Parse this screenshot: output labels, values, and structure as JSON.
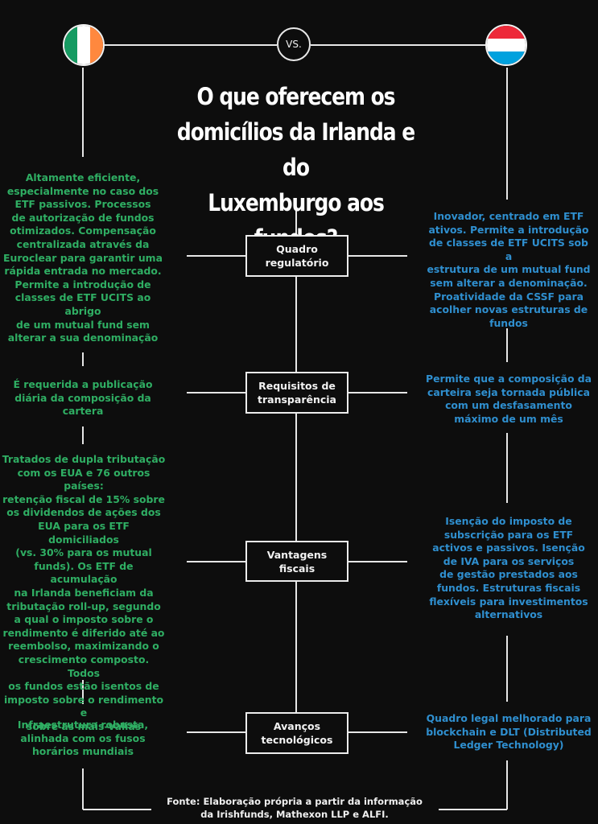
{
  "header": {
    "vs_label": "VS.",
    "flag_left": {
      "name": "ireland-flag",
      "colors": [
        "#169b62",
        "#ffffff",
        "#ff883e"
      ]
    },
    "flag_right": {
      "name": "luxembourg-flag",
      "colors": [
        "#ed2939",
        "#ffffff",
        "#00a1de"
      ]
    },
    "title_lines": [
      "O que oferecem os",
      "domicílios da Irlanda e do",
      "Luxemburgo aos fundos?"
    ]
  },
  "colors": {
    "ireland_text": "#2fae63",
    "luxembourg_text": "#2f8fcf",
    "background": "#0d0d0d"
  },
  "rows": [
    {
      "category_lines": [
        "Quadro",
        "regulatório"
      ],
      "ireland_lines": [
        "Altamente eficiente,",
        "especialmente no caso dos",
        "ETF passivos. Processos",
        "de autorização de fundos",
        "otimizados. Compensação",
        "centralizada através da",
        "Euroclear para garantir uma",
        "rápida entrada no mercado.",
        "Permite a introdução de",
        "classes de ETF UCITS ao abrigo",
        "de um mutual fund sem",
        "alterar a sua denominação"
      ],
      "luxembourg_lines": [
        "Inovador, centrado em ETF",
        "ativos. Permite a introdução",
        "de classes de ETF UCITS sob a",
        "estrutura de um mutual fund",
        "sem alterar a denominação.",
        "Proatividade da CSSF para",
        "acolher novas estruturas de",
        "fundos"
      ]
    },
    {
      "category_lines": [
        "Requisitos de",
        "transparência"
      ],
      "ireland_lines": [
        "É requerida a publicação",
        "diária da composição da",
        "cartera"
      ],
      "luxembourg_lines": [
        "Permite que a composição da",
        "carteira seja tornada pública",
        "com um desfasamento",
        "máximo de um mês"
      ]
    },
    {
      "category_lines": [
        "Vantagens",
        "fiscais"
      ],
      "ireland_lines": [
        "Tratados de dupla tributação",
        "com os EUA e 76 outros países:",
        "retenção fiscal de 15% sobre",
        "os dividendos de ações dos",
        "EUA para os ETF domiciliados",
        "(vs. 30% para os mutual",
        "funds). Os ETF de acumulação",
        "na Irlanda beneficiam da",
        "tributação roll-up, segundo",
        "a qual o imposto sobre o",
        "rendimento é diferido até ao",
        "reembolso, maximizando o",
        "crescimento composto. Todos",
        "os fundos estão isentos de",
        "imposto sobre o rendimento e",
        "sobre as mais-valias"
      ],
      "luxembourg_lines": [
        "Isenção do imposto de",
        "subscrição para os ETF",
        "activos e passivos. Isenção",
        "de IVA para os serviços",
        "de gestão prestados aos",
        "fundos. Estruturas fiscais",
        "flexíveis para investimentos",
        "alternativos"
      ]
    },
    {
      "category_lines": [
        "Avanços",
        "tecnológicos"
      ],
      "ireland_lines": [
        "Infraestrutura robusta,",
        "alinhada com os fusos",
        "horários mundiais"
      ],
      "luxembourg_lines": [
        "Quadro legal melhorado para",
        "blockchain e DLT (Distributed",
        "Ledger Technology)"
      ]
    }
  ],
  "source_lines": [
    "Fonte: Elaboração própria a partir da informação",
    "da Irishfunds, Mathexon LLP e ALFI."
  ]
}
